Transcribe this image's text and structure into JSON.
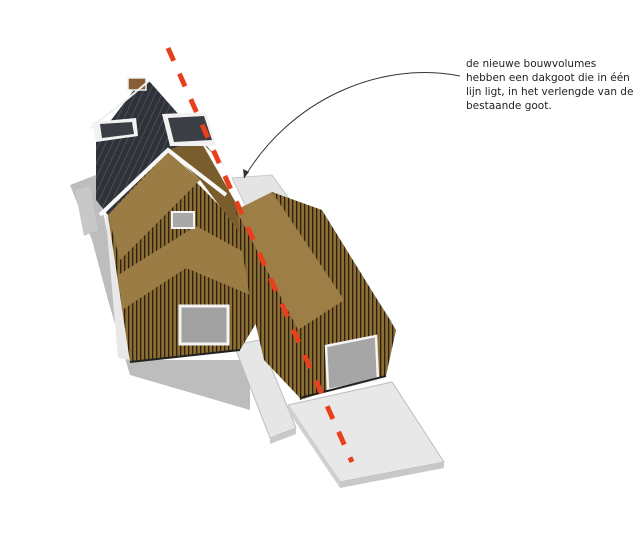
{
  "annotation": {
    "lines": [
      "de nieuwe bouwvolumes",
      "hebben een dakgoot die in één",
      "lijn ligt, in het verlengde van de",
      "bestaande goot."
    ]
  },
  "colors": {
    "wood": "#8a6c35",
    "wood_light": "#9b7d45",
    "wood_dark": "#5e4621",
    "roof_dark": "#2d3036",
    "shadow": "#b9b9b9",
    "concrete": "#e2e2e2",
    "dash_line": "#e8401c",
    "glass": "#a8a8a8"
  },
  "drawing": {
    "subject": "isometric house extension with timber cladding",
    "guide_line": "red dashed gutter alignment line"
  }
}
